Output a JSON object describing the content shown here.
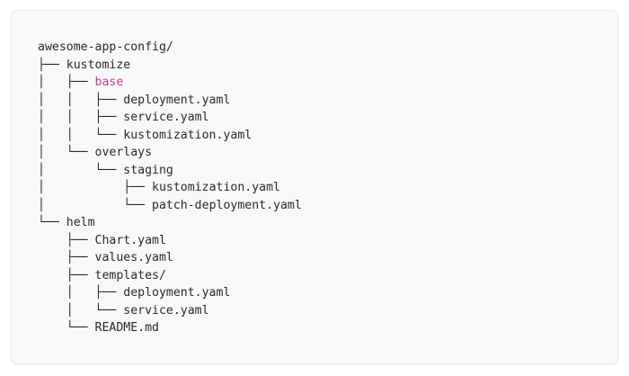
{
  "card": {
    "background": "#f8f8f8",
    "border_color": "#e9e9e9"
  },
  "tree": {
    "root_label": "awesome-app-config/",
    "text_color": "#27292c",
    "highlight_color": "#c0389b",
    "lines": [
      {
        "guides": "",
        "name": "awesome-app-config/",
        "highlight": false
      },
      {
        "guides": "├── ",
        "name": "kustomize",
        "highlight": false
      },
      {
        "guides": "│   ├── ",
        "name": "base",
        "highlight": true
      },
      {
        "guides": "│   │   ├── ",
        "name": "deployment.yaml",
        "highlight": false
      },
      {
        "guides": "│   │   ├── ",
        "name": "service.yaml",
        "highlight": false
      },
      {
        "guides": "│   │   └── ",
        "name": "kustomization.yaml",
        "highlight": false
      },
      {
        "guides": "│   └── ",
        "name": "overlays",
        "highlight": false
      },
      {
        "guides": "│       └── ",
        "name": "staging",
        "highlight": false
      },
      {
        "guides": "│           ├── ",
        "name": "kustomization.yaml",
        "highlight": false
      },
      {
        "guides": "│           └── ",
        "name": "patch-deployment.yaml",
        "highlight": false
      },
      {
        "guides": "└── ",
        "name": "helm",
        "highlight": false
      },
      {
        "guides": "    ├── ",
        "name": "Chart.yaml",
        "highlight": false
      },
      {
        "guides": "    ├── ",
        "name": "values.yaml",
        "highlight": false
      },
      {
        "guides": "    ├── ",
        "name": "templates/",
        "highlight": false
      },
      {
        "guides": "    │   ├── ",
        "name": "deployment.yaml",
        "highlight": false
      },
      {
        "guides": "    │   └── ",
        "name": "service.yaml",
        "highlight": false
      },
      {
        "guides": "    └── ",
        "name": "README.md",
        "highlight": false
      }
    ]
  }
}
